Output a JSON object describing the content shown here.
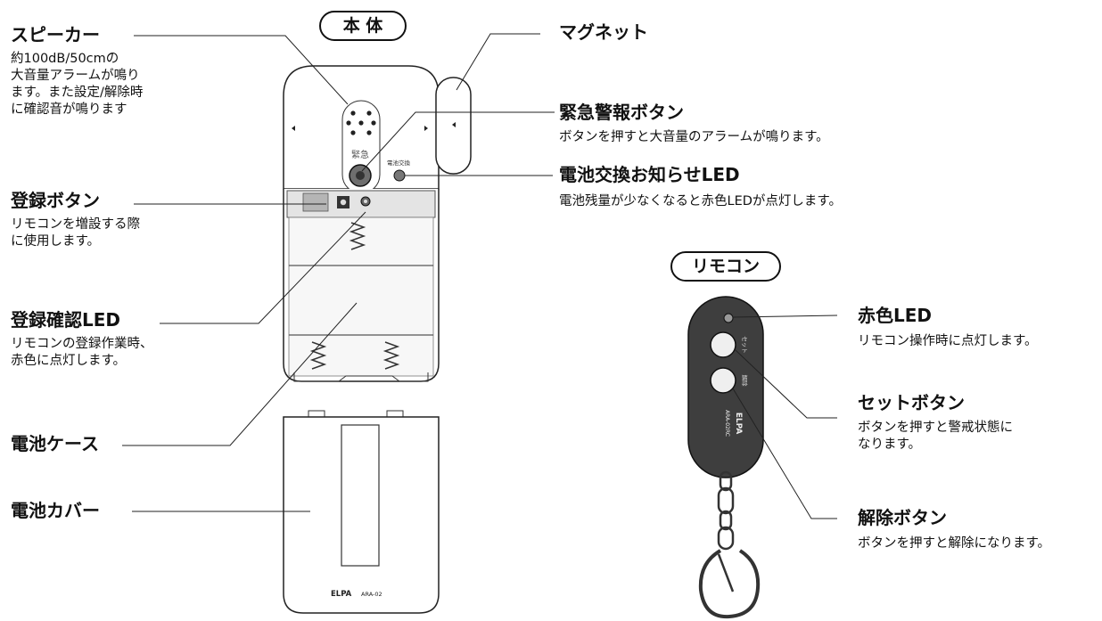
{
  "main_unit": {
    "header": "本 体",
    "speaker": {
      "title": "スピーカー",
      "desc": "約100dB/50cmの\n大音量アラームが鳴り\nます。また設定/解除時\nに確認音が鳴ります"
    },
    "register_button": {
      "title": "登録ボタン",
      "desc": "リモコンを増設する際\nに使用します。"
    },
    "register_led": {
      "title": "登録確認LED",
      "desc": "リモコンの登録作業時、\n赤色に点灯します。"
    },
    "battery_case": {
      "title": "電池ケース"
    },
    "battery_cover": {
      "title": "電池カバー"
    },
    "magnet": {
      "title": "マグネット"
    },
    "emergency_button": {
      "title": "緊急警報ボタン",
      "desc": "ボタンを押すと大音量のアラームが鳴ります。"
    },
    "battery_led": {
      "title": "電池交換お知らせLED",
      "desc": "電池残量が少なくなると赤色LEDが点灯します。"
    },
    "device_marks": {
      "emergency": "緊急",
      "battery_swap": "電池交換",
      "brand": "ELPA",
      "model": "ARA-02"
    }
  },
  "remote": {
    "header": "リモコン",
    "red_led": {
      "title": "赤色LED",
      "desc": "リモコン操作時に点灯します。"
    },
    "set_button": {
      "title": "セットボタン",
      "desc": "ボタンを押すと警戒状態に\nなります。"
    },
    "release_button": {
      "title": "解除ボタン",
      "desc": "ボタンを押すと解除になります。"
    },
    "device_marks": {
      "set": "セット",
      "release": "解除",
      "brand": "ELPA",
      "model": "ARA-02RC"
    }
  }
}
